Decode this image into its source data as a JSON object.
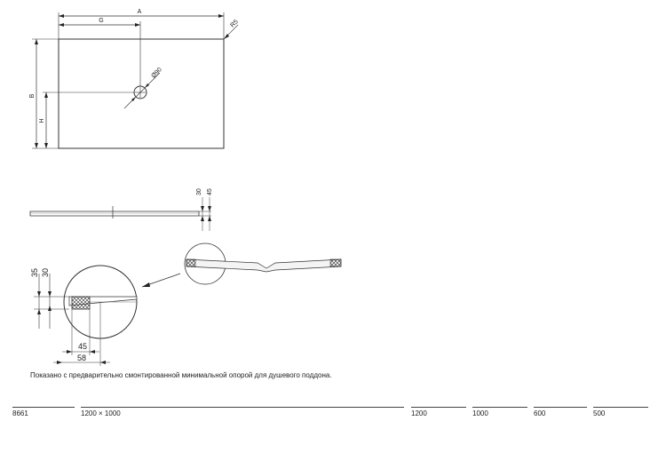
{
  "drawing": {
    "top_view": {
      "dim_A": "A",
      "dim_G": "G",
      "dim_B": "B",
      "dim_H": "H",
      "radius": "R5",
      "drain_diameter": "Ø90"
    },
    "side_view": {
      "dim_30": "30",
      "dim_45": "45"
    },
    "detail": {
      "dim_35": "35",
      "dim_30": "30",
      "dim_45": "45",
      "dim_58": "58"
    }
  },
  "caption": "Показано с предварительно смонтированной минимальной опорой для душевого поддона.",
  "spec_table": {
    "code": "8661",
    "size": "1200 × 1000",
    "A": "1200",
    "B": "1000",
    "G": "600",
    "H": "500"
  }
}
